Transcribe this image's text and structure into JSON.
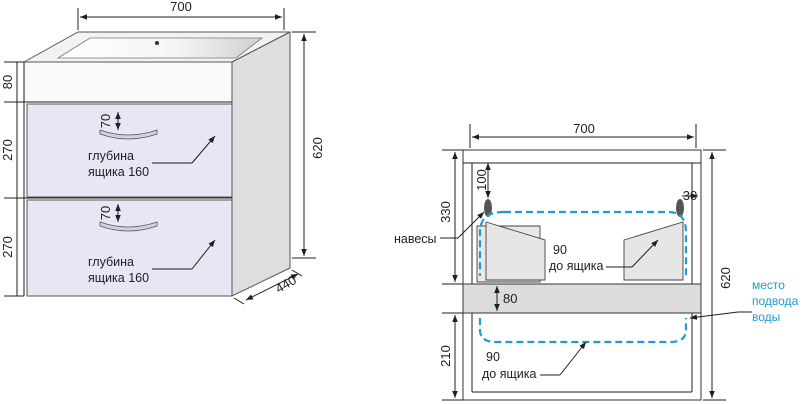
{
  "front_view": {
    "dim_width": "700",
    "dim_top_height": "80",
    "dim_drawer1_height": "270",
    "dim_drawer2_height": "270",
    "dim_total_height": "620",
    "dim_depth": "440",
    "handle1_height": "70",
    "handle2_height": "70",
    "drawer1_depth_line1": "глубина",
    "drawer1_depth_line2": "ящика 160",
    "drawer2_depth_line1": "глубина",
    "drawer2_depth_line2": "ящика 160"
  },
  "back_view": {
    "dim_width": "700",
    "dim_upper_height": "330",
    "dim_hinge_offset": "100",
    "dim_side_offset": "30",
    "dim_shelf_height": "80",
    "dim_lower_height": "210",
    "dim_total_height": "620",
    "label_hinges": "навесы",
    "upper_gap_line1": "90",
    "upper_gap_line2": "до ящика",
    "lower_gap_line1": "90",
    "lower_gap_line2": "до ящика",
    "water_line1": "место",
    "water_line2": "подвода",
    "water_line3": "воды"
  },
  "colors": {
    "drawer_fill": "#e6e6f4",
    "side_fill": "#dedede",
    "panel_fill": "#dcdcdc",
    "water_dash": "#1d9bd4",
    "ink": "#1f1f1f"
  }
}
